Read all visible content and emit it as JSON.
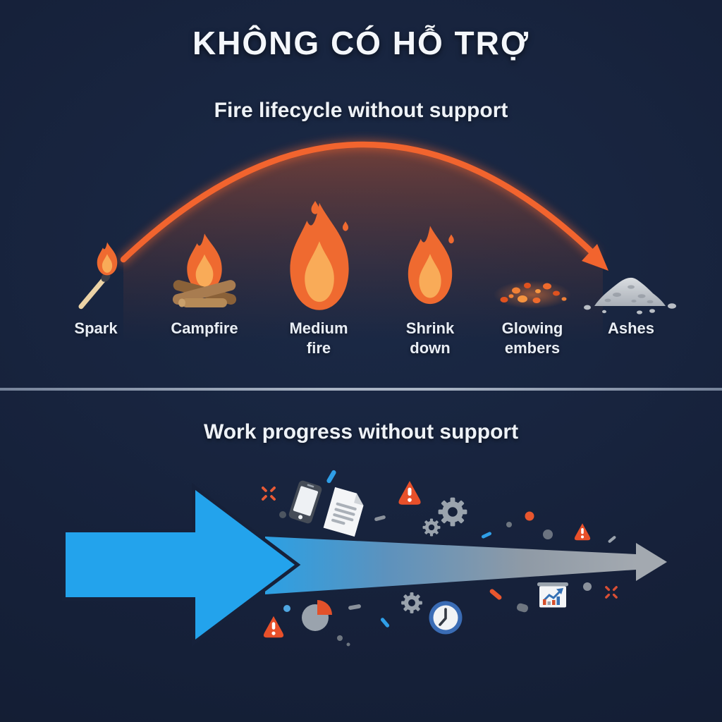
{
  "header": {
    "title": "KHÔNG CÓ HỖ TRỢ",
    "subtitle": "Fire lifecycle without support"
  },
  "fire_lifecycle": {
    "arc_arrow": "rise-and-fall-arrow",
    "stages": [
      {
        "label": "Spark",
        "icon": "match-spark-icon"
      },
      {
        "label": "Campfire",
        "icon": "campfire-icon"
      },
      {
        "label": "Medium fire",
        "icon": "medium-fire-icon"
      },
      {
        "label": "Shrink down",
        "icon": "shrinking-fire-icon"
      },
      {
        "label": "Glowing embers",
        "icon": "glowing-embers-icon"
      },
      {
        "label": "Ashes",
        "icon": "ashes-icon"
      }
    ]
  },
  "work_progress": {
    "title": "Work progress without support",
    "arrow": "blue-arrow-fading-to-gray",
    "scatter_icons": [
      "sparkle-x-icon",
      "smartphone-icon",
      "document-icon",
      "warning-triangle-icon",
      "gear-icon",
      "pie-chart-icon",
      "clock-icon",
      "presentation-chart-icon",
      "debris-dash",
      "debris-dot",
      "debris-blob"
    ]
  },
  "colors": {
    "background": "#16213a",
    "accent_orange": "#ee5c2b",
    "accent_blue": "#23a3ec",
    "gray": "#9aa3ad",
    "white_text": "#f4f7fb",
    "divider": "#a9b4c4",
    "clock_ring": "#3a6cb5",
    "warning_red": "#e8502a"
  }
}
